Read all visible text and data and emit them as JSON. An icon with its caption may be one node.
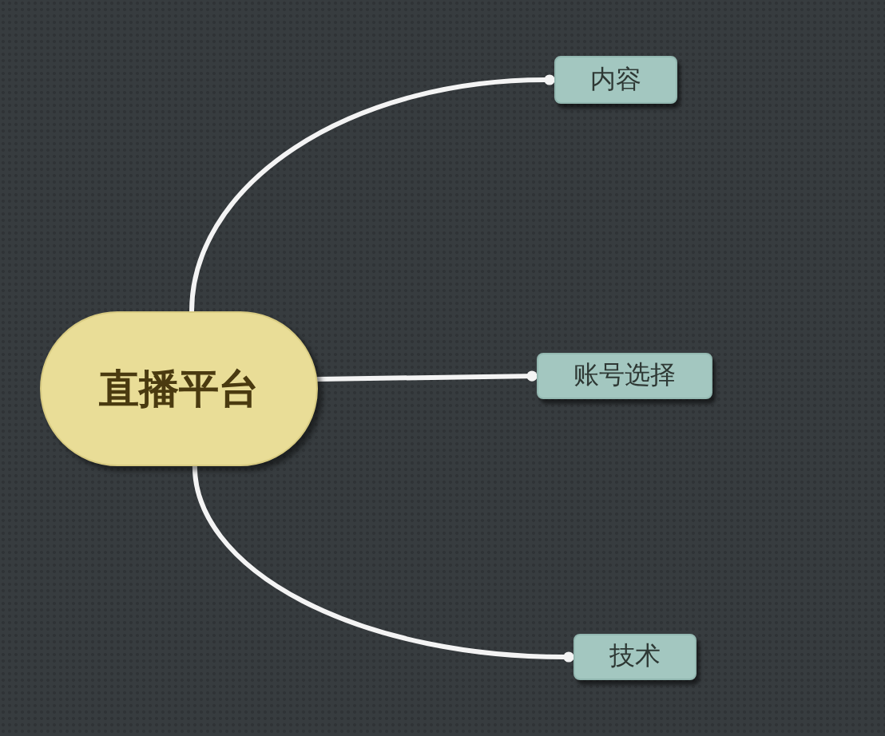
{
  "diagram": {
    "nodes": [
      {
        "text": [
          "直播平台"
        ]
      },
      {
        "text": [
          "内容"
        ]
      },
      {
        "text": [
          "账号选择"
        ]
      },
      {
        "text": [
          "技术"
        ]
      }
    ],
    "edges": [
      {
        "from": 0,
        "to": 1,
        "arrow": "other"
      },
      {
        "from": 0,
        "to": 2,
        "arrow": "other"
      },
      {
        "from": 0,
        "to": 3,
        "arrow": "other"
      }
    ]
  }
}
